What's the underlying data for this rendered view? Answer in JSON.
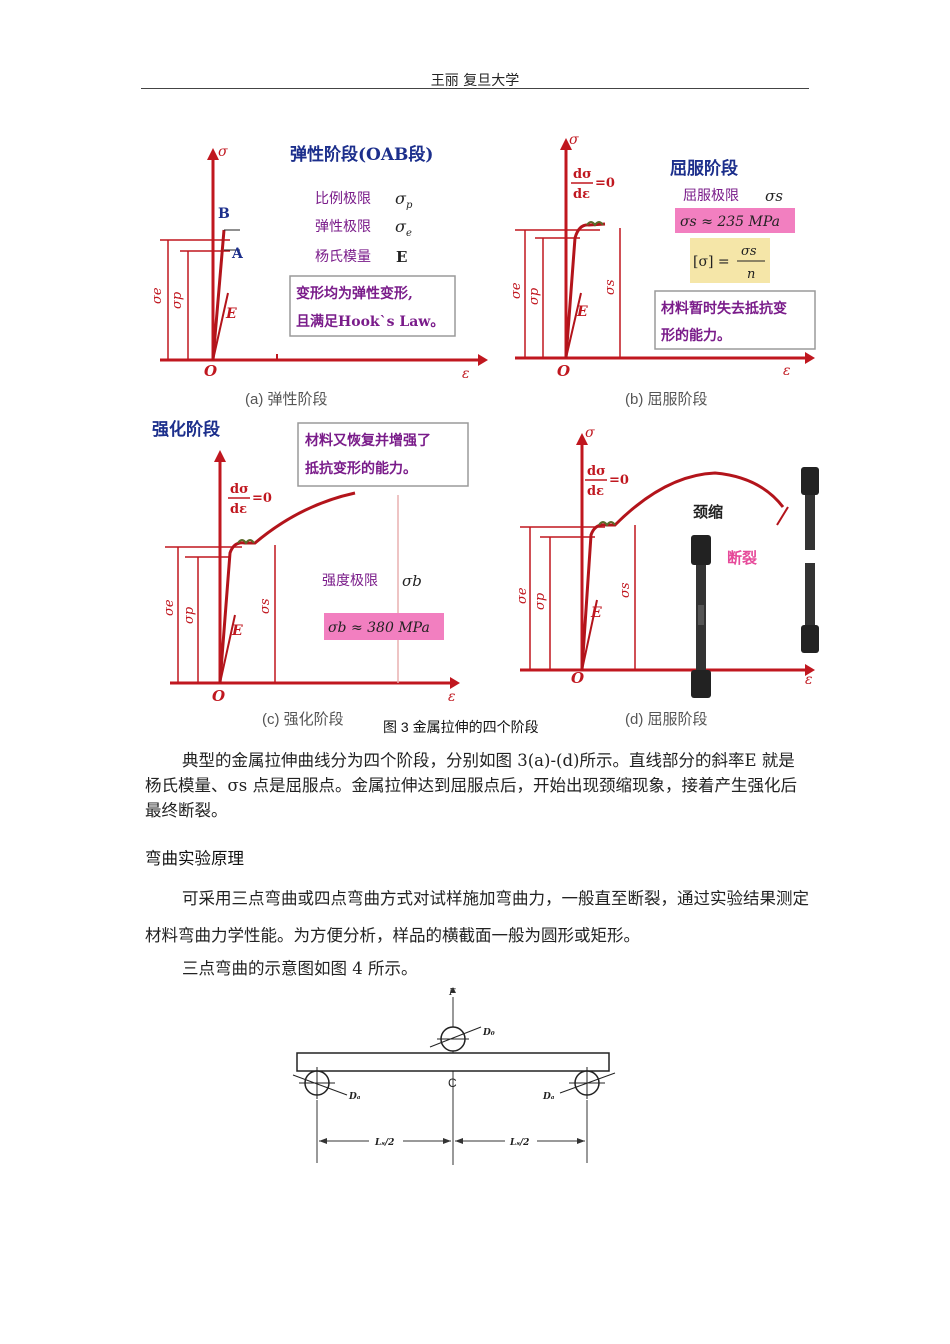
{
  "header": {
    "text": "王丽  复旦大学"
  },
  "figure3": {
    "panel_a": {
      "title": "弹性阶段(OAB段)",
      "rows": [
        {
          "label": "比例极限",
          "symbol": "σ",
          "sub": "p"
        },
        {
          "label": "弹性极限",
          "symbol": "σ",
          "sub": "e"
        },
        {
          "label": "杨氏模量",
          "symbol": "E",
          "sub": ""
        }
      ],
      "note_line1": "变形均为弹性变形,",
      "note_line2": "且满足Hook`s Law。",
      "axis_sigma": "σ",
      "axis_eps": "ε",
      "origin": "O",
      "point_b": "B",
      "point_a": "A",
      "label_e": "E",
      "label_sigma_e": "σe",
      "label_sigma_p": "σp",
      "caption": "(a) 弹性阶段"
    },
    "panel_b": {
      "title": "屈服阶段",
      "yield_label": "屈服极限",
      "yield_symbol": "σs",
      "yield_value": "σs ≈ 235 MPa",
      "allow_lhs": "[σ] =",
      "allow_num": "σs",
      "allow_den": "n",
      "note_line1": "材料暂时失去抵抗变",
      "note_line2": "形的能力。",
      "slope_num": "dσ",
      "slope_den": "dε",
      "slope_eq": "=0",
      "axis_sigma": "σ",
      "axis_eps": "ε",
      "origin": "O",
      "label_e": "E",
      "label_sigma_e": "σe",
      "label_sigma_p": "σp",
      "label_sigma_s": "σs",
      "caption": "(b) 屈服阶段"
    },
    "panel_c": {
      "title": "强化阶段",
      "note_line1": "材料又恢复并增强了",
      "note_line2": "抵抗变形的能力。",
      "strength_label": "强度极限",
      "strength_symbol": "σb",
      "strength_value": "σb ≈ 380 MPa",
      "slope_num": "dσ",
      "slope_den": "dε",
      "slope_eq": "=0",
      "axis_sigma": "σ",
      "axis_eps": "ε",
      "origin": "O",
      "label_e": "E",
      "label_sigma_e": "σe",
      "label_sigma_p": "σp",
      "label_sigma_s": "σs",
      "caption": "(c) 强化阶段"
    },
    "panel_d": {
      "necking": "颈缩",
      "fracture": "断裂",
      "slope_num": "dσ",
      "slope_den": "dε",
      "slope_eq": "=0",
      "axis_sigma": "σ",
      "axis_eps": "ε",
      "origin": "O",
      "label_e": "E",
      "label_sigma_e": "σe",
      "label_sigma_p": "σp",
      "label_sigma_s": "σs",
      "caption": "(d) 屈服阶段"
    },
    "title": "图 3 金属拉伸的四个阶段"
  },
  "paragraph1": "典型的金属拉伸曲线分为四个阶段，分别如图 3(a)-(d)所示。直线部分的斜率E 就是杨氏模量、σs 点是屈服点。金属拉伸达到屈服点后，开始出现颈缩现象，接着产生强化后最终断裂。",
  "heading": "弯曲实验原理",
  "paragraph2": "可采用三点弯曲或四点弯曲方式对试样施加弯曲力，一般直至断裂，通过实验结果测定材料弯曲力学性能。为方便分析，样品的横截面一般为圆形或矩形。",
  "paragraph3": "三点弯曲的示意图如图 4 所示。",
  "figure4": {
    "force": "F",
    "top_roller": "D₀",
    "left_roller": "Dₐ",
    "right_roller": "Dₐ",
    "center": "C",
    "span_left": "Lₛ/2",
    "span_right": "Lₛ/2"
  },
  "colors": {
    "curve": "#b3141b",
    "axis": "#c0171f",
    "title_blue": "#1c2f8c",
    "purple": "#7a1c8a",
    "pink": "#f27fc0",
    "note_border": "#9a9a9a"
  }
}
